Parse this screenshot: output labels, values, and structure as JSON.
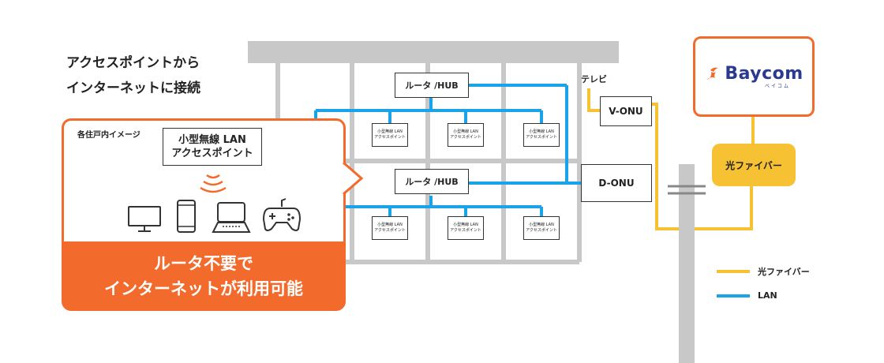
{
  "heading": {
    "line1": "アクセスポイントから",
    "line2": "インターネットに接続"
  },
  "callout": {
    "home_label": "各住戸内イメージ",
    "ap_line1": "小型無線 LAN",
    "ap_line2": "アクセスポイント",
    "banner_line1": "ルータ不要で",
    "banner_line2": "インターネットが利用可能"
  },
  "building": {
    "router_label": "ルータ /HUB",
    "ap_line1": "小型無線 LAN",
    "ap_line2": "アクセスポイント"
  },
  "tv_label": "テレビ",
  "v_onu_label": "V-ONU",
  "d_onu_label": "D-ONU",
  "brand": {
    "name": "Baycom",
    "sub": "ベイコム"
  },
  "fiber_box_label": "光ファイバー",
  "legend": [
    {
      "label": "光ファイバー",
      "color": "#f6c233"
    },
    {
      "label": "LAN",
      "color": "#1aa3e8"
    }
  ],
  "colors": {
    "orange": "#f26b2c",
    "lan": "#1aa3e8",
    "fiber": "#f6c233",
    "structure": "#c8c8c8"
  },
  "icons": [
    "tv-icon",
    "smartphone-icon",
    "laptop-icon",
    "gamepad-icon",
    "wifi-signal-icon",
    "baycom-logo-icon"
  ]
}
